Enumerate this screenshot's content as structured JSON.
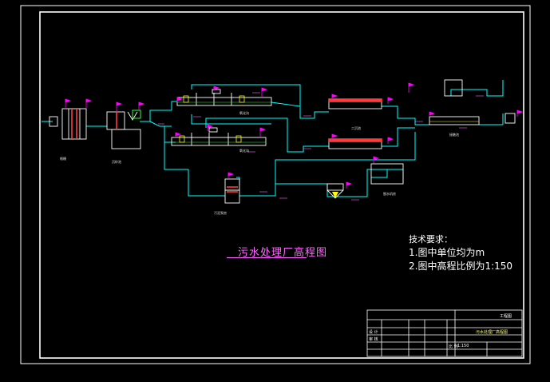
{
  "drawing_title": "污水处理厂高程图",
  "notes": {
    "heading": "技术要求：",
    "line1": "1.图中单位均为m",
    "line2": "2.图中高程比例为1:150"
  },
  "title_block": {
    "top_label": "工程图",
    "name": "污水处理厂高程图",
    "scale": "1:150",
    "r1": [
      "设 计",
      "",
      "",
      "比 例"
    ],
    "r2": [
      "审 核",
      "",
      "",
      ""
    ],
    "r3": [
      "",
      "",
      "",
      ""
    ]
  },
  "colors": {
    "frame": "#ffffff",
    "pipe": "#00ffff",
    "structure": "#ffffff",
    "water_level": "#ff00ff",
    "accent_red": "#ff3b3b",
    "green": "#33ff33",
    "yellow": "#ffff00"
  }
}
